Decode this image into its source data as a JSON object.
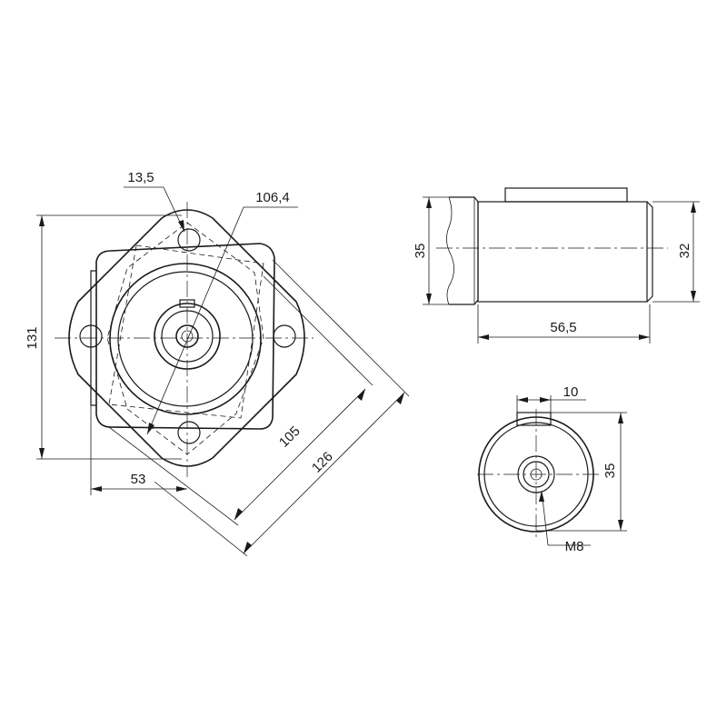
{
  "front_view": {
    "dim_hole_diameter": "13,5",
    "dim_bolt_circle": "106,4",
    "dim_height": "131",
    "dim_half_width": "53",
    "dim_diag_inner": "105",
    "dim_diag_outer": "126"
  },
  "side_view": {
    "dim_flange_height": "35",
    "dim_body_diameter": "32",
    "dim_body_length": "56,5"
  },
  "end_view": {
    "dim_key_width": "10",
    "dim_diameter": "35",
    "dim_thread": "M8"
  }
}
